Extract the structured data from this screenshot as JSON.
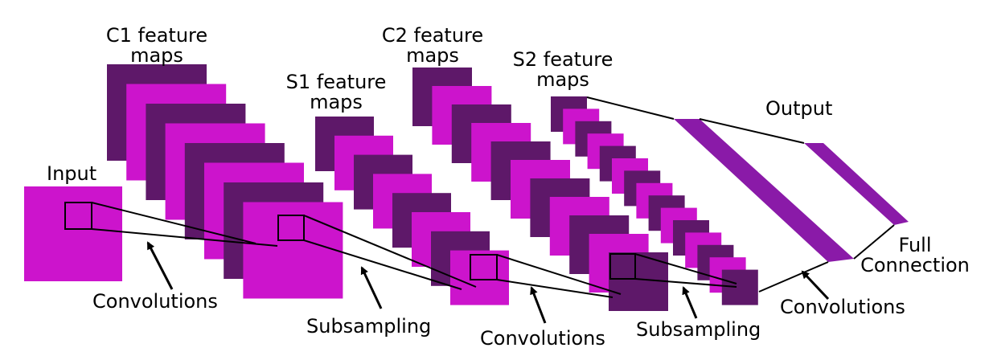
{
  "colors": {
    "dark": "#5e1869",
    "light": "#cc14cc",
    "line": "#000000",
    "background": "#ffffff"
  },
  "labels": {
    "input": "Input",
    "c1": [
      "C1 feature",
      "maps"
    ],
    "s1": [
      "S1 feature",
      "maps"
    ],
    "c2": [
      "C2 feature",
      "maps"
    ],
    "s2": [
      "S2 feature",
      "maps"
    ],
    "output": "Output",
    "full_connection": [
      "Full",
      "Connection"
    ],
    "convolutions_1": "Convolutions",
    "subsampling_1": "Subsampling",
    "convolutions_2": "Convolutions",
    "subsampling_2": "Subsampling",
    "convolutions_3": "Convolutions"
  }
}
